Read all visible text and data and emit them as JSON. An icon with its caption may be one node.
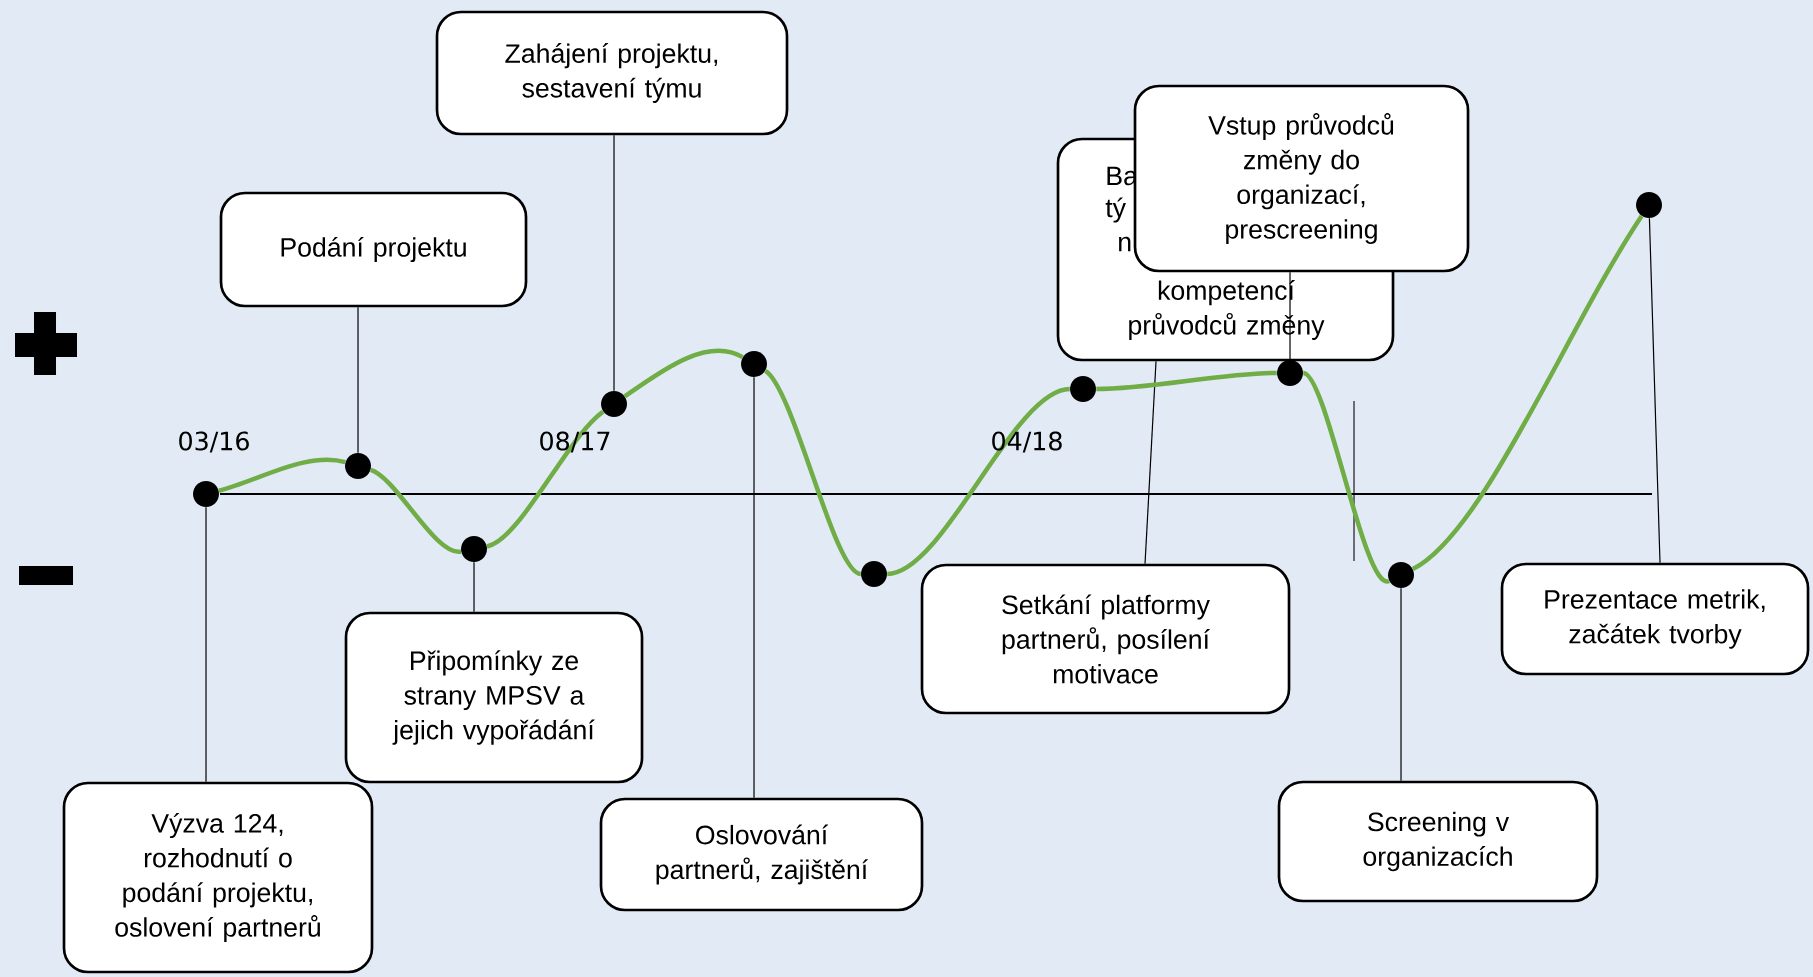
{
  "diagram": {
    "nodes": [
      {
        "text": [
          "Podání projektu"
        ]
      },
      {
        "text": [
          "Zahájení projektu, sestavení týmu"
        ]
      },
      {
        "text": [
          "Ba",
          "tý",
          "n",
          "kompetencí průvodců změny"
        ]
      },
      {
        "text": [
          "Vstup průvodců změny do organizací, prescreening"
        ]
      },
      {
        "text": [
          "Výzva 124, rozhodnutí o podání projektu, oslovení partnerů"
        ]
      },
      {
        "text": [
          "Připomínky ze strany MPSV a jejich vypořádání"
        ]
      },
      {
        "text": [
          "Oslovování partnerů, zajištění"
        ]
      },
      {
        "text": [
          "Setkání platformy partnerů, posílení motivace"
        ]
      },
      {
        "text": [
          "Screening v organizacích"
        ]
      },
      {
        "text": [
          "Prezentace metrik, začátek tvorby"
        ]
      },
      {
        "text": [],
        "shape": "circle"
      },
      {
        "text": [],
        "shape": "circle"
      },
      {
        "text": [],
        "shape": "circle"
      },
      {
        "text": [],
        "shape": "circle"
      },
      {
        "text": [],
        "shape": "circle"
      },
      {
        "text": [],
        "shape": "circle"
      },
      {
        "text": [],
        "shape": "circle"
      },
      {
        "text": [],
        "shape": "circle"
      },
      {
        "text": [],
        "shape": "circle"
      },
      {
        "text": [],
        "shape": "circle"
      }
    ],
    "edges": [
      {
        "from": 4,
        "to": 10,
        "arrow": "none"
      },
      {
        "from": 0,
        "to": 11,
        "arrow": "none"
      },
      {
        "from": 5,
        "to": 12,
        "arrow": "none"
      },
      {
        "from": 1,
        "to": 13,
        "arrow": "none"
      },
      {
        "from": 6,
        "to": 14,
        "arrow": "none"
      },
      {
        "from": 7,
        "to": 2,
        "arrow": "none"
      },
      {
        "from": 3,
        "to": 17,
        "arrow": "none"
      },
      {
        "from": 8,
        "to": 18,
        "arrow": "none"
      },
      {
        "from": 9,
        "to": 19,
        "arrow": "none"
      },
      {
        "from": 10,
        "to": 11,
        "arrow": "none",
        "style": "thick",
        "color": "#70ad47"
      },
      {
        "from": 11,
        "to": 12,
        "arrow": "none",
        "style": "thick",
        "color": "#70ad47"
      },
      {
        "from": 12,
        "to": 13,
        "arrow": "none",
        "style": "thick",
        "color": "#70ad47"
      },
      {
        "from": 13,
        "to": 14,
        "arrow": "none",
        "style": "thick",
        "color": "#70ad47"
      },
      {
        "from": 14,
        "to": 15,
        "arrow": "none",
        "style": "thick",
        "color": "#70ad47"
      },
      {
        "from": 15,
        "to": 16,
        "arrow": "none",
        "style": "thick",
        "color": "#70ad47"
      },
      {
        "from": 16,
        "to": 17,
        "arrow": "none",
        "style": "thick",
        "color": "#70ad47"
      },
      {
        "from": 17,
        "to": 18,
        "arrow": "none",
        "style": "thick",
        "color": "#70ad47"
      },
      {
        "from": 18,
        "to": 19,
        "arrow": "none",
        "style": "thick",
        "color": "#70ad47"
      }
    ],
    "labels": [
      "03/16",
      "08/17",
      "04/18"
    ]
  }
}
